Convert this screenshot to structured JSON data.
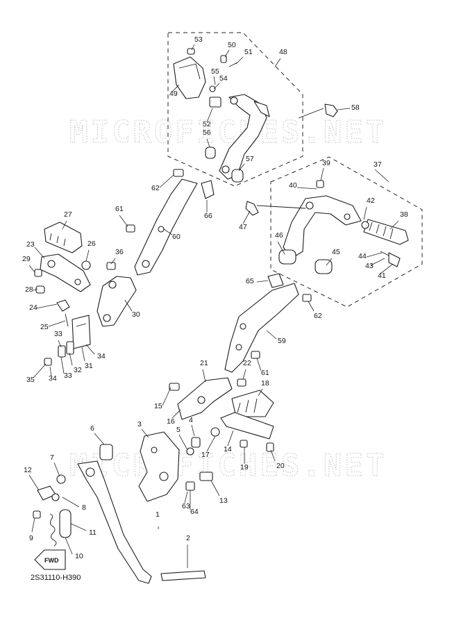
{
  "watermark": "MICROFICHES.NET",
  "diagram_code": "2S31110-H390",
  "fwd_label": "FWD",
  "callouts": [
    "1",
    "2",
    "3",
    "4",
    "5",
    "6",
    "7",
    "8",
    "9",
    "10",
    "11",
    "12",
    "13",
    "14",
    "15",
    "16",
    "17",
    "18",
    "19",
    "20",
    "21",
    "22",
    "23",
    "24",
    "25",
    "26",
    "27",
    "28",
    "29",
    "30",
    "31",
    "32",
    "33",
    "34",
    "35",
    "36",
    "37",
    "38",
    "39",
    "40",
    "41",
    "42",
    "43",
    "44",
    "45",
    "46",
    "47",
    "48",
    "49",
    "50",
    "51",
    "52",
    "53",
    "54",
    "55",
    "56",
    "57",
    "58",
    "59",
    "60",
    "61",
    "62",
    "63",
    "64",
    "65",
    "66"
  ],
  "callouts_repeated": [
    "33",
    "34",
    "62",
    "61"
  ]
}
